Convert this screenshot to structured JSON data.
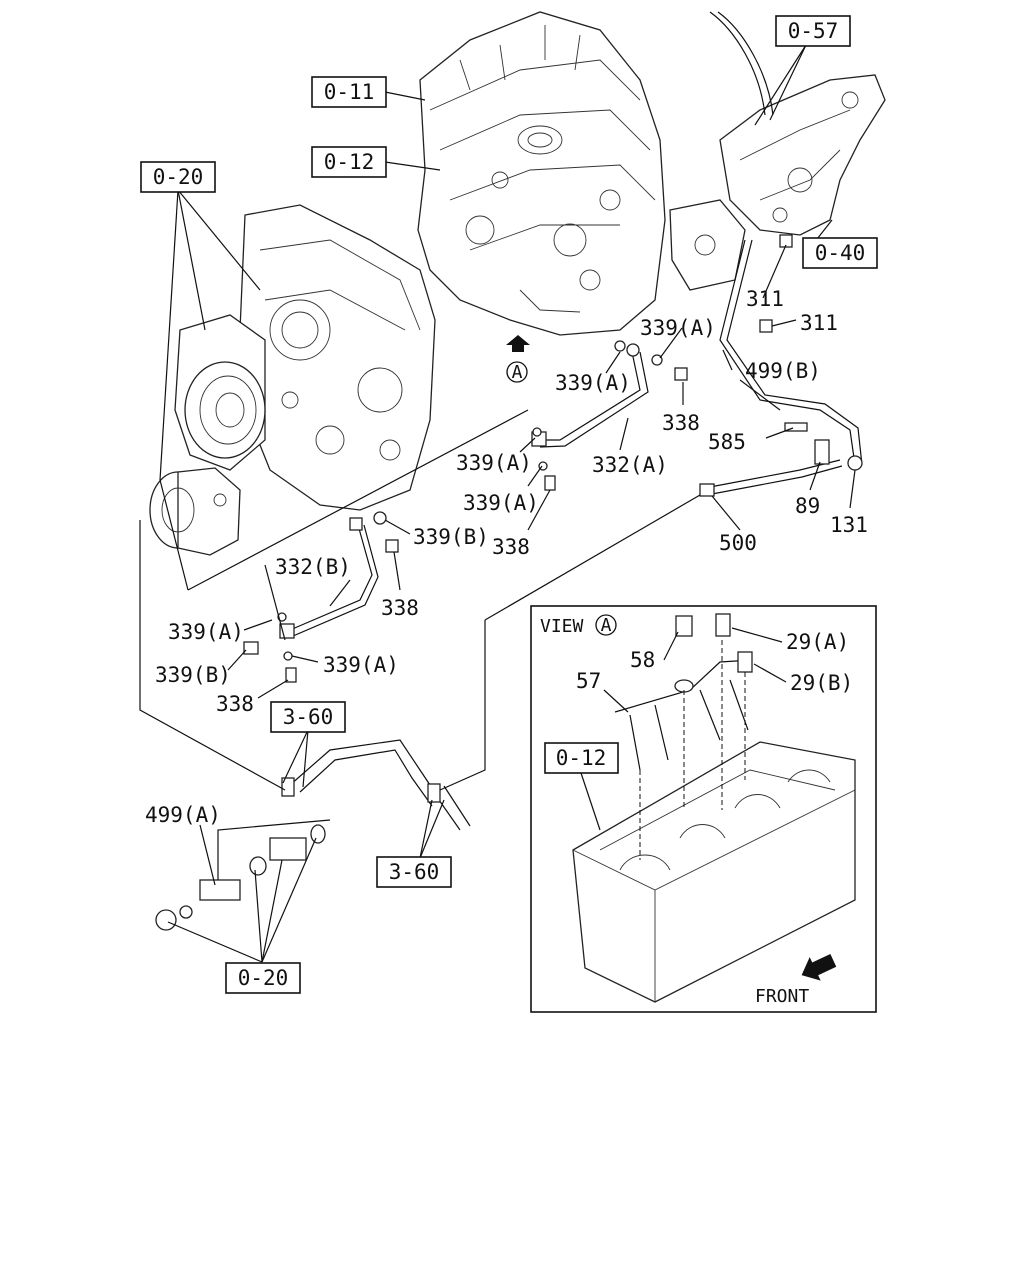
{
  "refs": {
    "r_0_57": "0-57",
    "r_0_11": "0-11",
    "r_0_12": "0-12",
    "r_0_20": "0-20",
    "r_0_40": "0-40",
    "r_3_60a": "3-60",
    "r_3_60b": "3-60",
    "r_0_20b": "0-20",
    "r_0_12b": "0-12"
  },
  "parts": {
    "p311a": "311",
    "p311b": "311",
    "p339a_1": "339(A)",
    "p339a_2": "339(A)",
    "p499b": "499(B)",
    "p338_1": "338",
    "p585": "585",
    "p332a": "332(A)",
    "p339a_3": "339(A)",
    "p339a_4": "339(A)",
    "p338_2": "338",
    "p89": "89",
    "p131": "131",
    "p500": "500",
    "p339b_1": "339(B)",
    "p332b": "332(B)",
    "p338_3": "338",
    "p339a_5": "339(A)",
    "p339b_2": "339(B)",
    "p339a_6": "339(A)",
    "p338_4": "338",
    "p499a": "499(A)",
    "p58": "58",
    "p57": "57",
    "p29a": "29(A)",
    "p29b": "29(B)"
  },
  "view": {
    "title": "VIEW",
    "marker": "A",
    "front": "FRONT"
  },
  "arrow_marker": "A"
}
